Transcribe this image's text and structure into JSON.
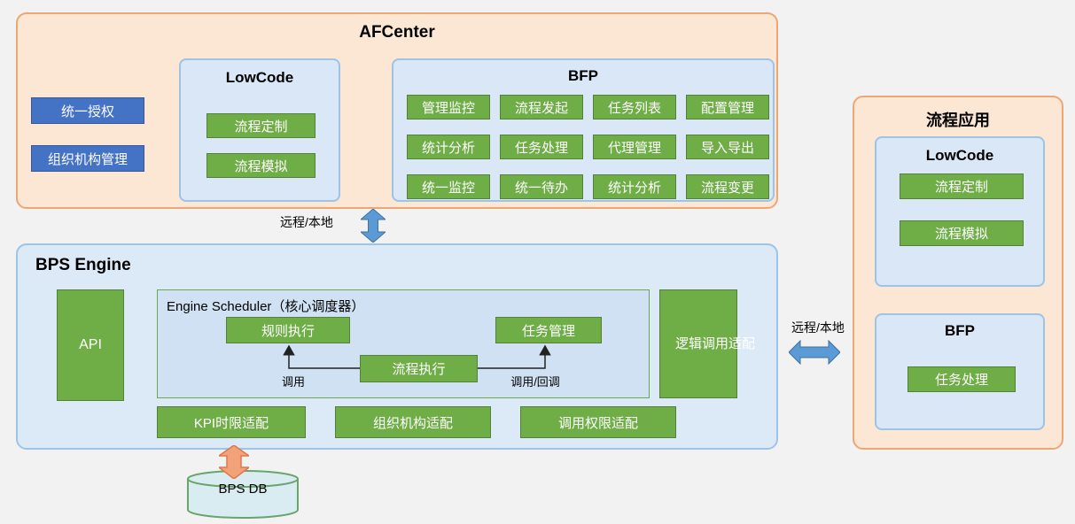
{
  "afcenter": {
    "title": "AFCenter",
    "side_buttons": [
      "统一授权",
      "组织机构管理"
    ],
    "lowcode": {
      "title": "LowCode",
      "buttons": [
        "流程定制",
        "流程模拟"
      ]
    },
    "bfp": {
      "title": "BFP",
      "buttons": [
        "管理监控",
        "流程发起",
        "任务列表",
        "配置管理",
        "统计分析",
        "任务处理",
        "代理管理",
        "导入导出",
        "统一监控",
        "统一待办",
        "统计分析",
        "流程变更"
      ]
    }
  },
  "top_connector_label": "远程/本地",
  "right_connector_label": "远程/本地",
  "bps_engine": {
    "title": "BPS Engine",
    "api": "API",
    "scheduler": {
      "title": "Engine Scheduler（核心调度器）",
      "rule_node": "规则执行",
      "task_node": "任务管理",
      "flow_node": "流程执行",
      "left_edge_label": "调用",
      "right_edge_label": "调用/回调"
    },
    "logic_adapter": "逻辑调用适配",
    "adapters": [
      "KPI时限适配",
      "组织机构适配",
      "调用权限适配"
    ]
  },
  "process_app": {
    "title": "流程应用",
    "lowcode": {
      "title": "LowCode",
      "buttons": [
        "流程定制",
        "流程模拟"
      ]
    },
    "bfp": {
      "title": "BFP",
      "buttons": [
        "任务处理"
      ]
    }
  },
  "database": {
    "label": "BPS DB"
  },
  "colors": {
    "node_green": "#6fad47",
    "node_blue": "#4472c4",
    "container_peach": "#fce6d4",
    "container_blue": "#dce9f7",
    "arrow_blue": "#5b9bd5",
    "arrow_orange": "#f1a278"
  }
}
